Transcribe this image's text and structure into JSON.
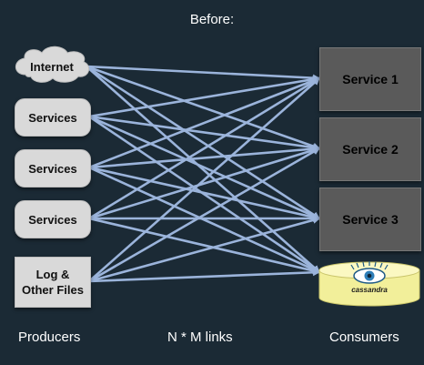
{
  "title": "Before:",
  "producers": [
    {
      "label": "Internet",
      "shape": "cloud"
    },
    {
      "label": "Services",
      "shape": "rounded"
    },
    {
      "label": "Services",
      "shape": "rounded"
    },
    {
      "label": "Services",
      "shape": "rounded"
    },
    {
      "label": "Log &\nOther Files",
      "shape": "file"
    }
  ],
  "consumers": [
    {
      "label": "Service 1"
    },
    {
      "label": "Service 2"
    },
    {
      "label": "Service 3"
    },
    {
      "label": "cassandra",
      "shape": "database",
      "icon": "cassandra-eye-icon"
    }
  ],
  "footer": {
    "left": "Producers",
    "center": "N * M links",
    "right": "Consumers"
  },
  "colors": {
    "background": "#1b2a35",
    "arrow": "#9bb4db",
    "producer_fill": "#d9d9d9",
    "service_fill": "#5a5a5a",
    "database_fill": "#f2ef9a"
  }
}
